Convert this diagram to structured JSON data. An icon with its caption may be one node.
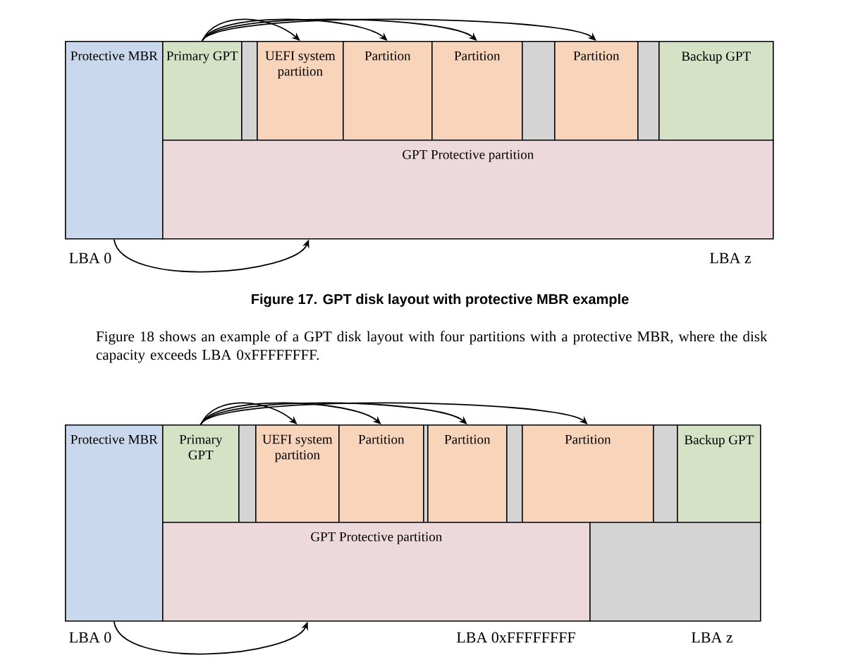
{
  "diagram": {
    "caption": "Figure 17. GPT disk layout with protective MBR example",
    "nodes": [
      {
        "text": [
          "Protective MBR"
        ]
      },
      {
        "text": [
          "Primary GPT"
        ]
      },
      {
        "text": [],
        "shape": "box"
      },
      {
        "text": [
          "UEFI system partition"
        ]
      },
      {
        "text": [
          "Partition"
        ]
      },
      {
        "text": [
          "Partition"
        ]
      },
      {
        "text": [],
        "shape": "box"
      },
      {
        "text": [
          "Partition"
        ]
      },
      {
        "text": [],
        "shape": "box"
      },
      {
        "text": [
          "Backup GPT"
        ]
      },
      {
        "text": [
          "GPT Protective partition"
        ]
      },
      {
        "text": [
          "Protective MBR"
        ]
      },
      {
        "text": [
          "Primary GPT"
        ]
      },
      {
        "text": [],
        "shape": "box"
      },
      {
        "text": [
          "UEFI system partition"
        ]
      },
      {
        "text": [
          "Partition"
        ]
      },
      {
        "text": [],
        "shape": "box"
      },
      {
        "text": [
          "Partition"
        ]
      },
      {
        "text": [],
        "shape": "box"
      },
      {
        "text": [
          "Partition"
        ]
      },
      {
        "text": [],
        "shape": "box"
      },
      {
        "text": [
          "Backup GPT"
        ]
      },
      {
        "text": [
          "GPT Protective partition"
        ]
      },
      {
        "text": [],
        "shape": "box"
      }
    ],
    "edges": [
      {
        "from": 1,
        "to": 3,
        "arrow": "to"
      },
      {
        "from": 1,
        "to": 4,
        "arrow": "to"
      },
      {
        "from": 1,
        "to": 5,
        "arrow": "to"
      },
      {
        "from": 1,
        "to": 7,
        "arrow": "to"
      },
      {
        "from": 0,
        "to": 10,
        "arrow": "to"
      },
      {
        "from": 12,
        "to": 14,
        "arrow": "to"
      },
      {
        "from": 12,
        "to": 15,
        "arrow": "to"
      },
      {
        "from": 12,
        "to": 17,
        "arrow": "to"
      },
      {
        "from": 12,
        "to": 19,
        "arrow": "to"
      },
      {
        "from": 11,
        "to": 22,
        "arrow": "to"
      }
    ],
    "labels": [
      "LBA 0",
      "LBA z",
      "Figure 18 shows an example of a GPT disk layout with four partitions with a protective MBR, where the disk capacity exceeds LBA 0xFFFFFFFF.",
      "LBA 0",
      "LBA 0xFFFFFFFF",
      "LBA z"
    ]
  }
}
